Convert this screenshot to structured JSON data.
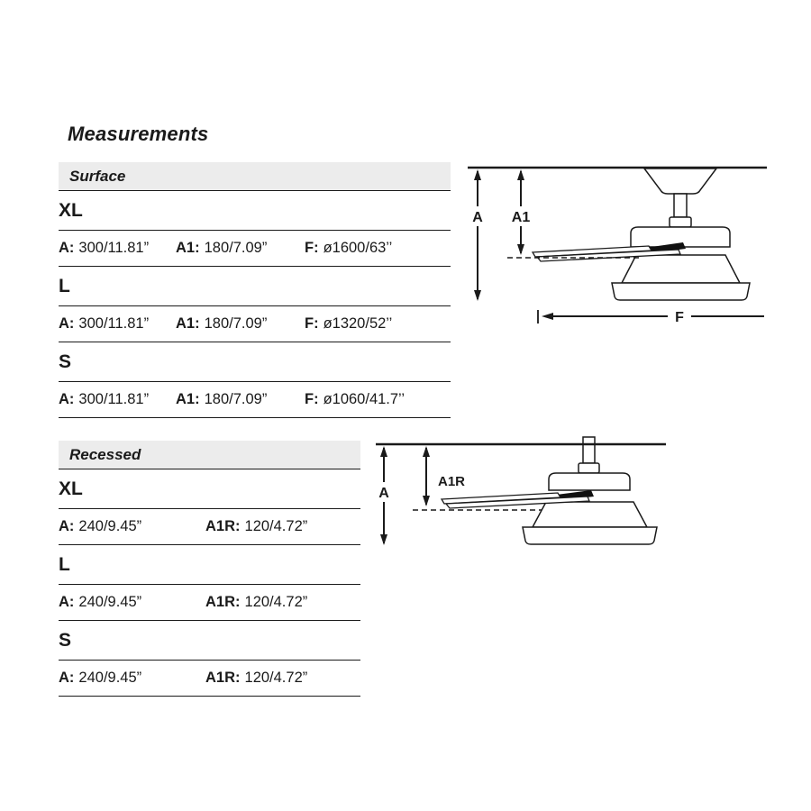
{
  "title": "Measurements",
  "surface": {
    "header": "Surface",
    "rows": [
      {
        "size": "XL",
        "specs": [
          {
            "label": "A:",
            "value": "300/11.81”"
          },
          {
            "label": "A1:",
            "value": "180/7.09”"
          },
          {
            "label": "F:",
            "value": "ø1600/63’’"
          }
        ]
      },
      {
        "size": "L",
        "specs": [
          {
            "label": "A:",
            "value": "300/11.81”"
          },
          {
            "label": "A1:",
            "value": "180/7.09”"
          },
          {
            "label": "F:",
            "value": "ø1320/52’’"
          }
        ]
      },
      {
        "size": "S",
        "specs": [
          {
            "label": "A:",
            "value": "300/11.81”"
          },
          {
            "label": "A1:",
            "value": "180/7.09”"
          },
          {
            "label": "F:",
            "value": "ø1060/41.7’’"
          }
        ]
      }
    ],
    "diagram": {
      "label_a": "A",
      "label_a1": "A1",
      "label_f": "F"
    }
  },
  "recessed": {
    "header": "Recessed",
    "rows": [
      {
        "size": "XL",
        "specs": [
          {
            "label": "A:",
            "value": "240/9.45”"
          },
          {
            "label": "A1R:",
            "value": "120/4.72”"
          }
        ]
      },
      {
        "size": "L",
        "specs": [
          {
            "label": "A:",
            "value": "240/9.45”"
          },
          {
            "label": "A1R:",
            "value": "120/4.72”"
          }
        ]
      },
      {
        "size": "S",
        "specs": [
          {
            "label": "A:",
            "value": "240/9.45”"
          },
          {
            "label": "A1R:",
            "value": "120/4.72”"
          }
        ]
      }
    ],
    "diagram": {
      "label_a": "A",
      "label_a1r": "A1R"
    }
  }
}
